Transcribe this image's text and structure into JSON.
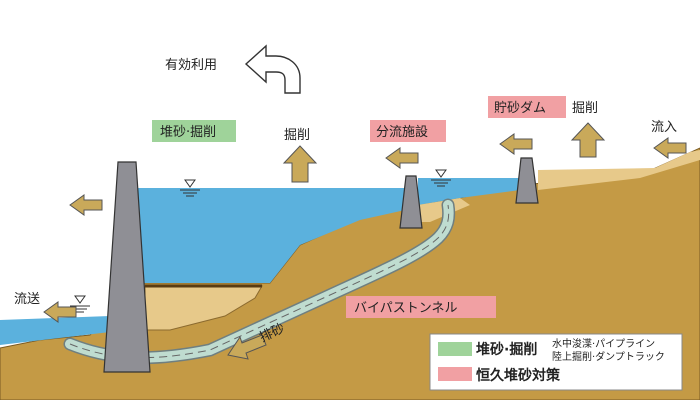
{
  "labels": {
    "effective_use": "有効利用",
    "sedimentation_excavation": "堆砂·掘削",
    "excavation_1": "掘削",
    "diversion_facility": "分流施設",
    "check_dam": "貯砂ダム",
    "excavation_2": "掘削",
    "inflow": "流入",
    "outflow": "流送",
    "bypass_tunnel": "バイパストンネル",
    "sediment_discharge": "排砂"
  },
  "legend": {
    "item1_title": "堆砂·掘削",
    "item1_detail_line1": "水中浚渫·パイプライン",
    "item1_detail_line2": "陸上掘削·ダンプトラック",
    "item2_title": "恒久堆砂対策"
  },
  "colors": {
    "sky": "#ffffff",
    "ground": "#c49a45",
    "water": "#5bb1dd",
    "tunnel_fill": "#bfdcd0",
    "tunnel_edge": "#6f7f80",
    "dam": "#8f8f95",
    "dam_edge": "#333333",
    "arrow": "#c9a95a",
    "arrow_edge": "#555555",
    "green_box": "#9fd39a",
    "pink_box": "#f1a0a3",
    "sediment": "#e7c98a"
  }
}
